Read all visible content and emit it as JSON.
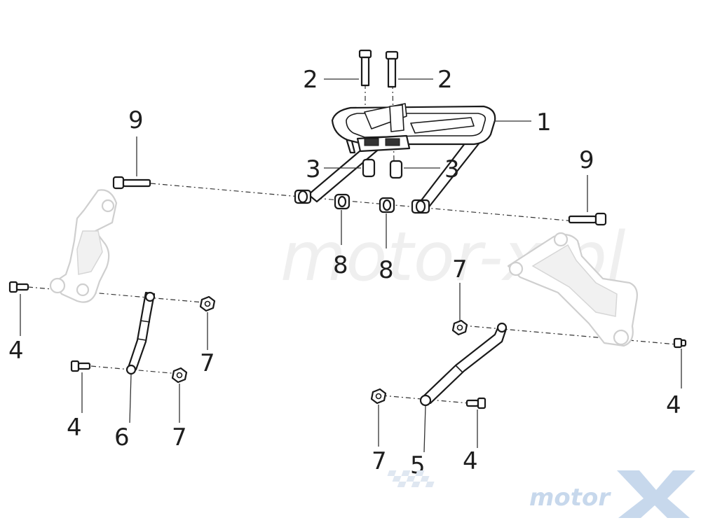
{
  "callouts": {
    "c1": "1",
    "c2a": "2",
    "c2b": "2",
    "c3a": "3",
    "c3b": "3",
    "c4a": "4",
    "c4b": "4",
    "c4c": "4",
    "c4d": "4",
    "c5": "5",
    "c6": "6",
    "c7a": "7",
    "c7b": "7",
    "c7c": "7",
    "c7d": "7",
    "c8a": "8",
    "c8b": "8",
    "c9a": "9",
    "c9b": "9"
  },
  "watermark": "motor-x.pl",
  "logo": {
    "text": "motor",
    "mark": "X"
  },
  "colors": {
    "line": "#1a1a1a",
    "ghost": "#cfcfcf",
    "logo": "#c7d8ec"
  }
}
